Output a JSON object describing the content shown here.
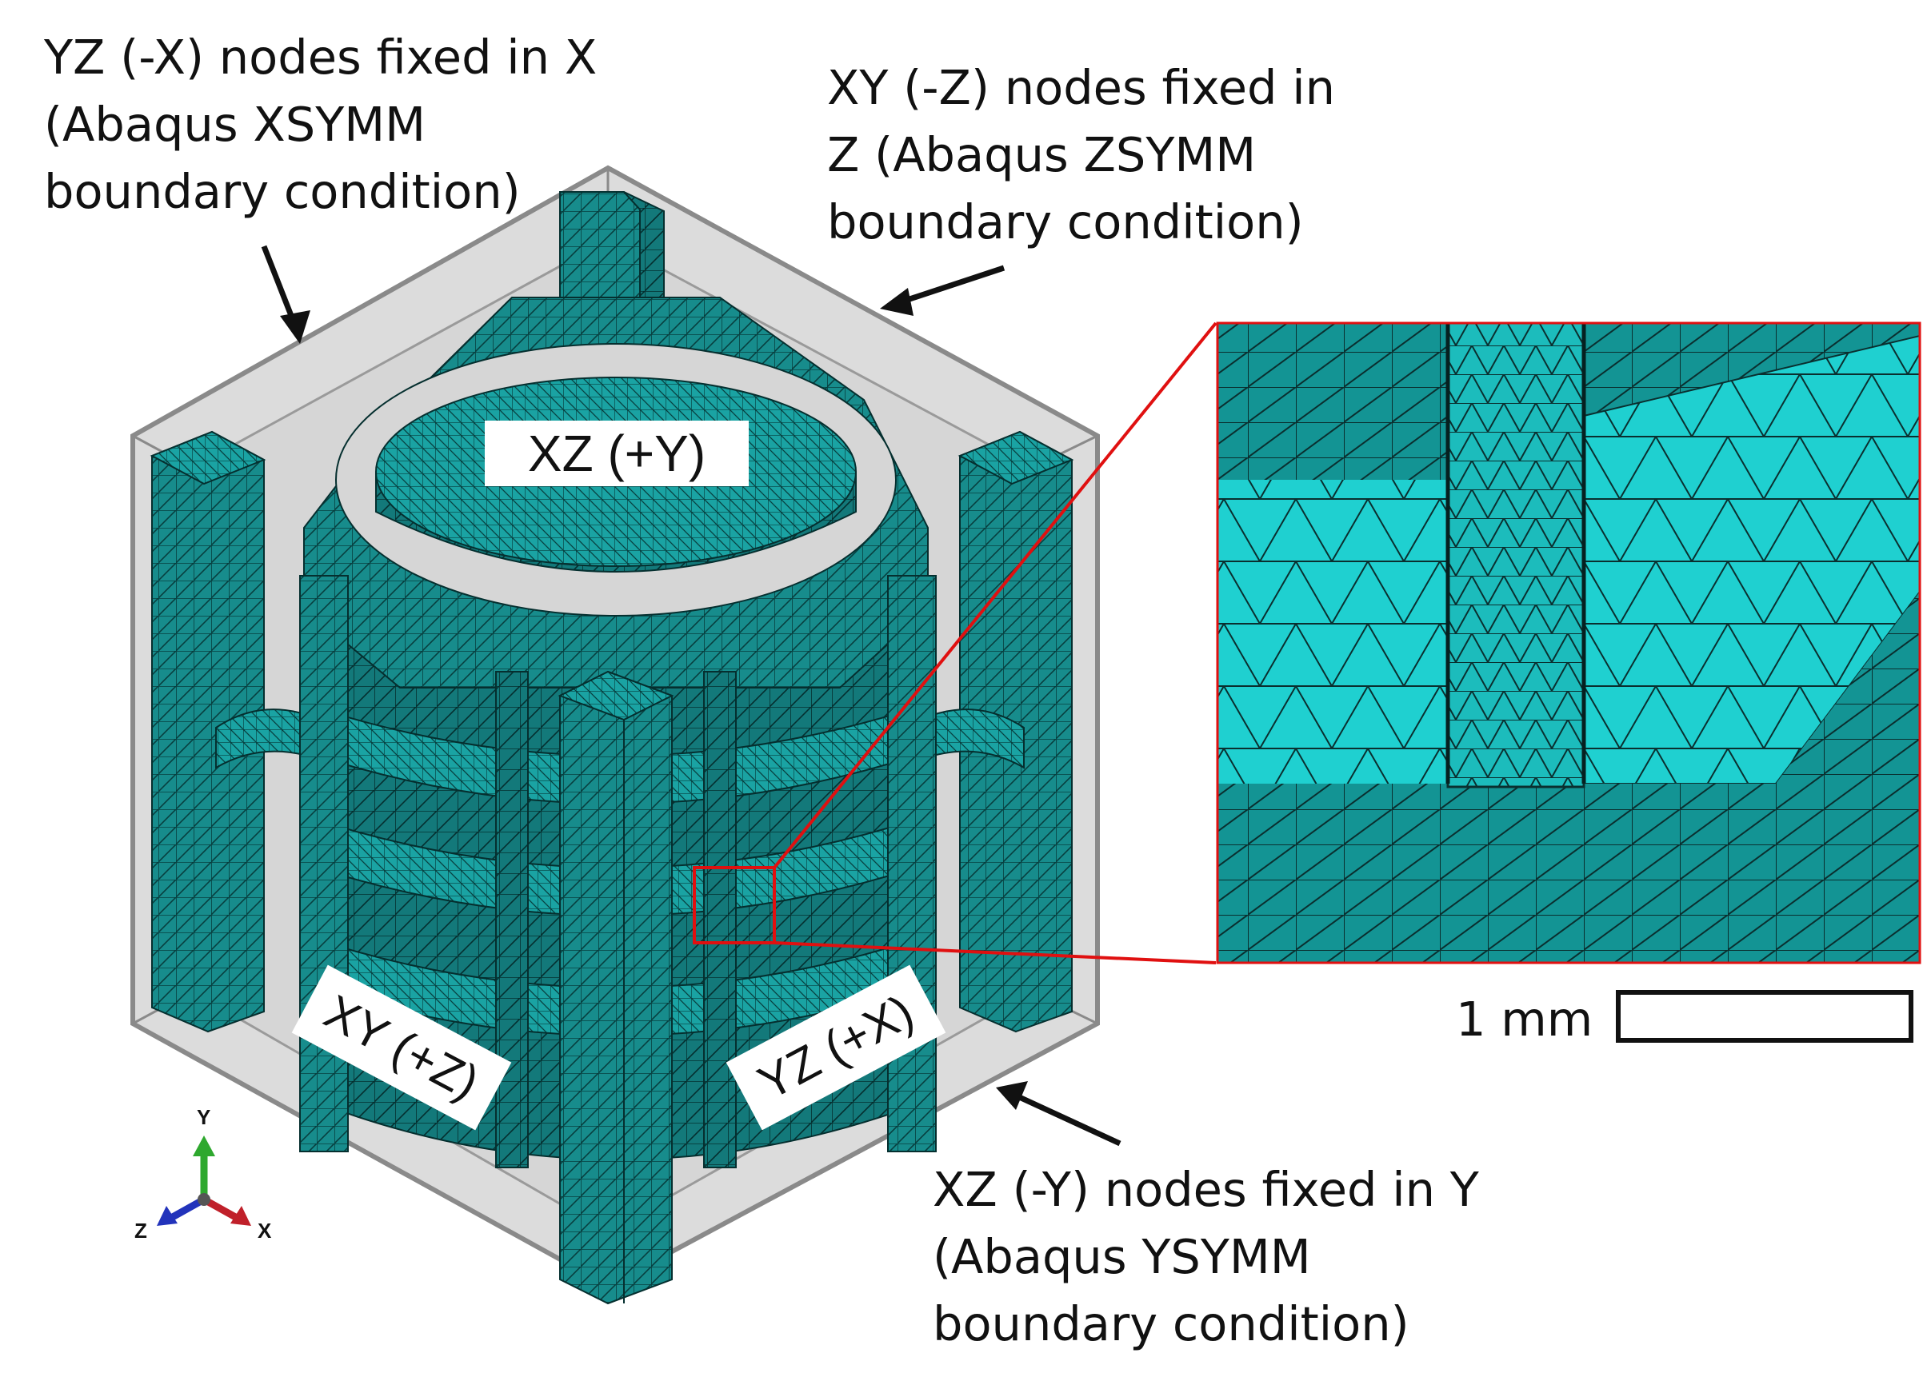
{
  "annotations": {
    "x_symm": [
      "YZ (-X) nodes fixed in X",
      "(Abaqus XSYMM",
      "boundary condition)"
    ],
    "z_symm": [
      "XY (-Z) nodes fixed in",
      "Z (Abaqus ZSYMM",
      "boundary condition)"
    ],
    "y_symm": [
      "XZ (-Y) nodes fixed in Y",
      "(Abaqus YSYMM",
      "boundary condition)"
    ]
  },
  "face_labels": {
    "top": "XZ (+Y)",
    "front_left": "XY (+Z)",
    "front_right": "YZ (+X)"
  },
  "scale_bar": {
    "label": "1 mm"
  },
  "axis_triad": {
    "y": "Y",
    "z": "Z",
    "x": "X",
    "colors": {
      "y": "#2ea82e",
      "z": "#2233bb",
      "x": "#c0202a"
    }
  },
  "colors": {
    "mesh_fill": "#1a8f8f",
    "mesh_light": "#1fb8b8",
    "mesh_line": "#063c3c",
    "box_face": "#dcdcdc",
    "box_edge": "#8a8a8a",
    "zoom_frame": "#e01010",
    "zoom_fill": "#1cc9c9"
  }
}
